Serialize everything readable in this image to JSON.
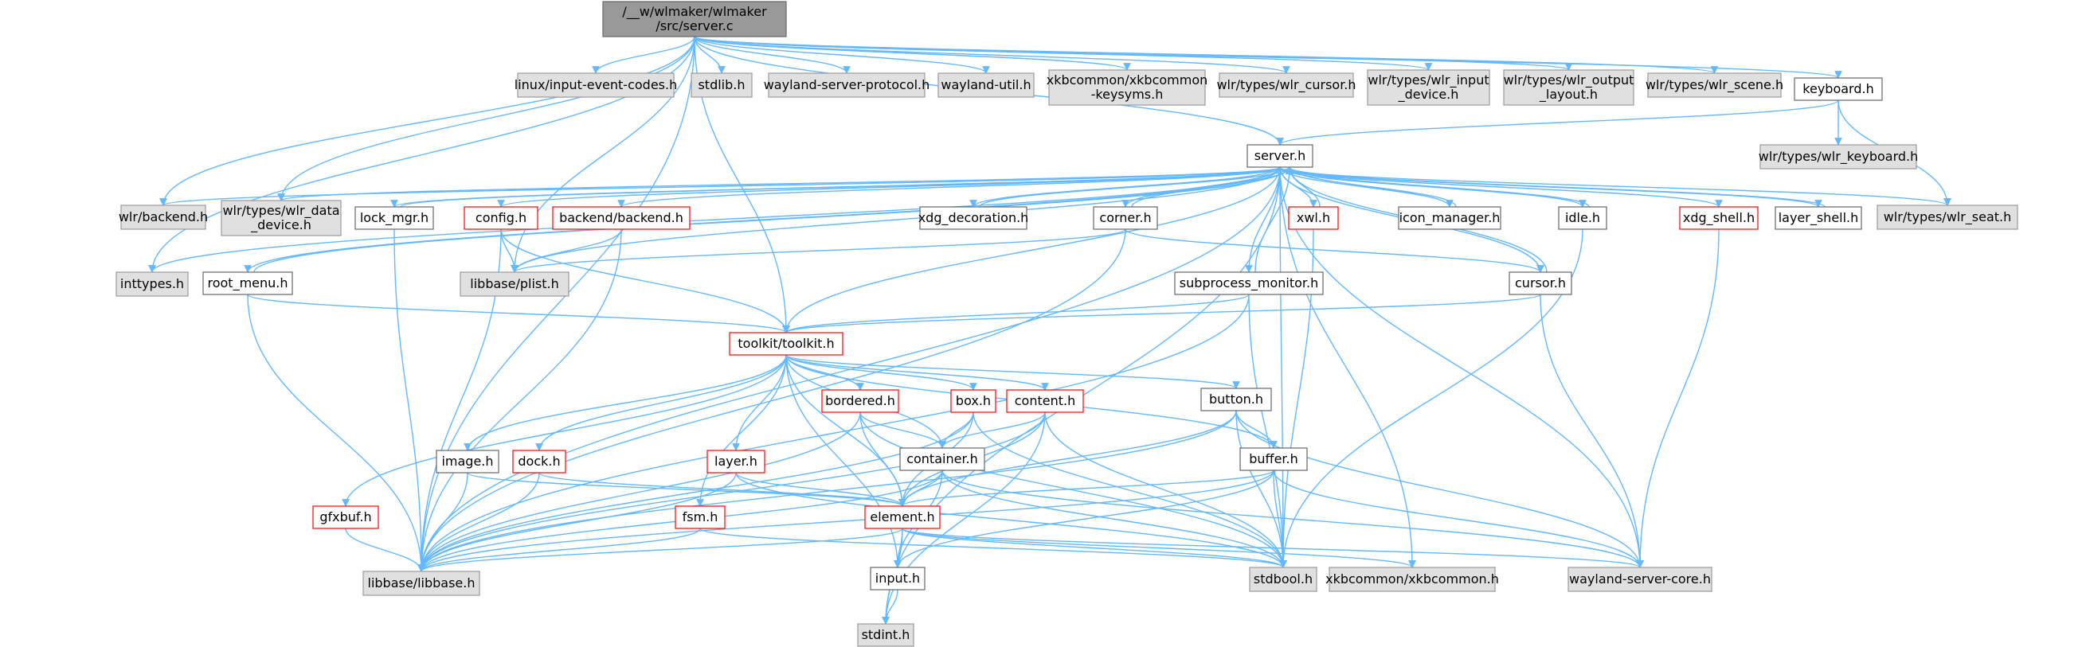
{
  "colors": {
    "edge": "#63b8ff",
    "root_fill": "#999999",
    "root_border": "#666666",
    "system_fill": "#e0e0e0",
    "system_border": "#999999",
    "project_fill": "#ffffff",
    "project_border": "#666666",
    "truncated_border": "#ff0000"
  },
  "nodes": [
    {
      "id": "root",
      "lines": [
        "/__w/wlmaker/wlmaker",
        "/src/server.c"
      ],
      "kind": "root"
    },
    {
      "id": "linux_input",
      "lines": [
        "linux/input-event-codes.h"
      ],
      "kind": "system"
    },
    {
      "id": "stdlib",
      "lines": [
        "stdlib.h"
      ],
      "kind": "system"
    },
    {
      "id": "wl_server_protocol",
      "lines": [
        "wayland-server-protocol.h"
      ],
      "kind": "system"
    },
    {
      "id": "wl_util",
      "lines": [
        "wayland-util.h"
      ],
      "kind": "system"
    },
    {
      "id": "xkb_keysyms",
      "lines": [
        "xkbcommon/xkbcommon",
        "-keysyms.h"
      ],
      "kind": "system"
    },
    {
      "id": "wlr_cursor",
      "lines": [
        "wlr/types/wlr_cursor.h"
      ],
      "kind": "system"
    },
    {
      "id": "wlr_input_device",
      "lines": [
        "wlr/types/wlr_input",
        "_device.h"
      ],
      "kind": "system"
    },
    {
      "id": "wlr_output_layout",
      "lines": [
        "wlr/types/wlr_output",
        "_layout.h"
      ],
      "kind": "system"
    },
    {
      "id": "wlr_scene",
      "lines": [
        "wlr/types/wlr_scene.h"
      ],
      "kind": "system"
    },
    {
      "id": "keyboard",
      "lines": [
        "keyboard.h"
      ],
      "kind": "project"
    },
    {
      "id": "server",
      "lines": [
        "server.h"
      ],
      "kind": "project"
    },
    {
      "id": "wlr_keyboard",
      "lines": [
        "wlr/types/wlr_keyboard.h"
      ],
      "kind": "system"
    },
    {
      "id": "wlr_backend",
      "lines": [
        "wlr/backend.h"
      ],
      "kind": "system"
    },
    {
      "id": "wlr_data_device",
      "lines": [
        "wlr/types/wlr_data",
        "_device.h"
      ],
      "kind": "system"
    },
    {
      "id": "lock_mgr",
      "lines": [
        "lock_mgr.h"
      ],
      "kind": "project"
    },
    {
      "id": "config",
      "lines": [
        "config.h"
      ],
      "kind": "truncated"
    },
    {
      "id": "backend",
      "lines": [
        "backend/backend.h"
      ],
      "kind": "truncated"
    },
    {
      "id": "xdg_decoration",
      "lines": [
        "xdg_decoration.h"
      ],
      "kind": "project"
    },
    {
      "id": "corner",
      "lines": [
        "corner.h"
      ],
      "kind": "project"
    },
    {
      "id": "xwl",
      "lines": [
        "xwl.h"
      ],
      "kind": "truncated"
    },
    {
      "id": "icon_manager",
      "lines": [
        "icon_manager.h"
      ],
      "kind": "project"
    },
    {
      "id": "idle",
      "lines": [
        "idle.h"
      ],
      "kind": "project"
    },
    {
      "id": "xdg_shell",
      "lines": [
        "xdg_shell.h"
      ],
      "kind": "truncated"
    },
    {
      "id": "layer_shell",
      "lines": [
        "layer_shell.h"
      ],
      "kind": "project"
    },
    {
      "id": "wlr_seat",
      "lines": [
        "wlr/types/wlr_seat.h"
      ],
      "kind": "system"
    },
    {
      "id": "inttypes",
      "lines": [
        "inttypes.h"
      ],
      "kind": "system"
    },
    {
      "id": "root_menu",
      "lines": [
        "root_menu.h"
      ],
      "kind": "project"
    },
    {
      "id": "plist",
      "lines": [
        "libbase/plist.h"
      ],
      "kind": "system"
    },
    {
      "id": "subprocess_monitor",
      "lines": [
        "subprocess_monitor.h"
      ],
      "kind": "project"
    },
    {
      "id": "cursor",
      "lines": [
        "cursor.h"
      ],
      "kind": "project"
    },
    {
      "id": "toolkit",
      "lines": [
        "toolkit/toolkit.h"
      ],
      "kind": "truncated"
    },
    {
      "id": "bordered",
      "lines": [
        "bordered.h"
      ],
      "kind": "truncated"
    },
    {
      "id": "box",
      "lines": [
        "box.h"
      ],
      "kind": "truncated"
    },
    {
      "id": "content",
      "lines": [
        "content.h"
      ],
      "kind": "truncated"
    },
    {
      "id": "button",
      "lines": [
        "button.h"
      ],
      "kind": "project"
    },
    {
      "id": "image",
      "lines": [
        "image.h"
      ],
      "kind": "project"
    },
    {
      "id": "dock",
      "lines": [
        "dock.h"
      ],
      "kind": "truncated"
    },
    {
      "id": "layer",
      "lines": [
        "layer.h"
      ],
      "kind": "truncated"
    },
    {
      "id": "container",
      "lines": [
        "container.h"
      ],
      "kind": "project"
    },
    {
      "id": "buffer",
      "lines": [
        "buffer.h"
      ],
      "kind": "project"
    },
    {
      "id": "gfxbuf",
      "lines": [
        "gfxbuf.h"
      ],
      "kind": "truncated"
    },
    {
      "id": "fsm",
      "lines": [
        "fsm.h"
      ],
      "kind": "truncated"
    },
    {
      "id": "element",
      "lines": [
        "element.h"
      ],
      "kind": "truncated"
    },
    {
      "id": "libbase",
      "lines": [
        "libbase/libbase.h"
      ],
      "kind": "system"
    },
    {
      "id": "input",
      "lines": [
        "input.h"
      ],
      "kind": "project"
    },
    {
      "id": "stdbool",
      "lines": [
        "stdbool.h"
      ],
      "kind": "system"
    },
    {
      "id": "xkbcommon",
      "lines": [
        "xkbcommon/xkbcommon.h"
      ],
      "kind": "system"
    },
    {
      "id": "wl_server_core",
      "lines": [
        "wayland-server-core.h"
      ],
      "kind": "system"
    },
    {
      "id": "stdint",
      "lines": [
        "stdint.h"
      ],
      "kind": "system"
    }
  ],
  "edges": [
    [
      "root",
      "linux_input"
    ],
    [
      "root",
      "stdlib"
    ],
    [
      "root",
      "wl_server_protocol"
    ],
    [
      "root",
      "wl_util"
    ],
    [
      "root",
      "xkb_keysyms"
    ],
    [
      "root",
      "wlr_cursor"
    ],
    [
      "root",
      "wlr_input_device"
    ],
    [
      "root",
      "wlr_output_layout"
    ],
    [
      "root",
      "wlr_scene"
    ],
    [
      "root",
      "keyboard"
    ],
    [
      "root",
      "server"
    ],
    [
      "root",
      "wlr_backend"
    ],
    [
      "root",
      "wlr_data_device"
    ],
    [
      "root",
      "inttypes"
    ],
    [
      "root",
      "plist"
    ],
    [
      "root",
      "toolkit"
    ],
    [
      "root",
      "libbase"
    ],
    [
      "keyboard",
      "server"
    ],
    [
      "keyboard",
      "wlr_keyboard"
    ],
    [
      "keyboard",
      "wlr_seat"
    ],
    [
      "server",
      "wlr_backend"
    ],
    [
      "server",
      "wlr_data_device"
    ],
    [
      "server",
      "lock_mgr"
    ],
    [
      "server",
      "config"
    ],
    [
      "server",
      "backend"
    ],
    [
      "server",
      "xdg_decoration"
    ],
    [
      "server",
      "corner"
    ],
    [
      "server",
      "xwl"
    ],
    [
      "server",
      "icon_manager"
    ],
    [
      "server",
      "idle"
    ],
    [
      "server",
      "xdg_shell"
    ],
    [
      "server",
      "layer_shell"
    ],
    [
      "server",
      "wlr_seat"
    ],
    [
      "server",
      "root_menu"
    ],
    [
      "server",
      "plist"
    ],
    [
      "server",
      "subprocess_monitor"
    ],
    [
      "server",
      "cursor"
    ],
    [
      "server",
      "toolkit"
    ],
    [
      "server",
      "inttypes"
    ],
    [
      "server",
      "libbase"
    ],
    [
      "server",
      "stdbool"
    ],
    [
      "server",
      "xkbcommon"
    ],
    [
      "server",
      "wl_server_core"
    ],
    [
      "server",
      "stdint"
    ],
    [
      "lock_mgr",
      "server"
    ],
    [
      "xdg_decoration",
      "server"
    ],
    [
      "corner",
      "server"
    ],
    [
      "xwl",
      "server"
    ],
    [
      "icon_manager",
      "server"
    ],
    [
      "idle",
      "server"
    ],
    [
      "layer_shell",
      "server"
    ],
    [
      "root_menu",
      "server"
    ],
    [
      "subprocess_monitor",
      "server"
    ],
    [
      "cursor",
      "server"
    ],
    [
      "lock_mgr",
      "libbase"
    ],
    [
      "config",
      "plist"
    ],
    [
      "config",
      "toolkit"
    ],
    [
      "config",
      "libbase"
    ],
    [
      "backend",
      "plist"
    ],
    [
      "backend",
      "libbase"
    ],
    [
      "corner",
      "plist"
    ],
    [
      "corner",
      "cursor"
    ],
    [
      "corner",
      "libbase"
    ],
    [
      "xwl",
      "stdbool"
    ],
    [
      "idle",
      "stdbool"
    ],
    [
      "xdg_shell",
      "wl_server_core"
    ],
    [
      "root_menu",
      "toolkit"
    ],
    [
      "root_menu",
      "libbase"
    ],
    [
      "subprocess_monitor",
      "toolkit"
    ],
    [
      "subprocess_monitor",
      "libbase"
    ],
    [
      "subprocess_monitor",
      "stdbool"
    ],
    [
      "cursor",
      "toolkit"
    ],
    [
      "cursor",
      "wl_server_core"
    ],
    [
      "toolkit",
      "bordered"
    ],
    [
      "toolkit",
      "box"
    ],
    [
      "toolkit",
      "content"
    ],
    [
      "toolkit",
      "button"
    ],
    [
      "toolkit",
      "image"
    ],
    [
      "toolkit",
      "dock"
    ],
    [
      "toolkit",
      "layer"
    ],
    [
      "toolkit",
      "container"
    ],
    [
      "toolkit",
      "buffer"
    ],
    [
      "toolkit",
      "gfxbuf"
    ],
    [
      "toolkit",
      "fsm"
    ],
    [
      "toolkit",
      "element"
    ],
    [
      "toolkit",
      "input"
    ],
    [
      "bordered",
      "container"
    ],
    [
      "bordered",
      "element"
    ],
    [
      "bordered",
      "libbase"
    ],
    [
      "bordered",
      "stdbool"
    ],
    [
      "box",
      "container"
    ],
    [
      "box",
      "element"
    ],
    [
      "box",
      "libbase"
    ],
    [
      "box",
      "stdbool"
    ],
    [
      "content",
      "container"
    ],
    [
      "content",
      "element"
    ],
    [
      "content",
      "stdbool"
    ],
    [
      "content",
      "stdint"
    ],
    [
      "content",
      "libbase"
    ],
    [
      "button",
      "buffer"
    ],
    [
      "button",
      "element"
    ],
    [
      "button",
      "stdbool"
    ],
    [
      "button",
      "wl_server_core"
    ],
    [
      "button",
      "libbase"
    ],
    [
      "image",
      "element"
    ],
    [
      "image",
      "libbase"
    ],
    [
      "dock",
      "element"
    ],
    [
      "dock",
      "libbase"
    ],
    [
      "layer",
      "element"
    ],
    [
      "layer",
      "libbase"
    ],
    [
      "layer",
      "stdbool"
    ],
    [
      "container",
      "element"
    ],
    [
      "container",
      "libbase"
    ],
    [
      "container",
      "input"
    ],
    [
      "container",
      "stdbool"
    ],
    [
      "container",
      "wl_server_core"
    ],
    [
      "buffer",
      "element"
    ],
    [
      "buffer",
      "libbase"
    ],
    [
      "buffer",
      "input"
    ],
    [
      "buffer",
      "stdbool"
    ],
    [
      "buffer",
      "wl_server_core"
    ],
    [
      "gfxbuf",
      "libbase"
    ],
    [
      "fsm",
      "libbase"
    ],
    [
      "fsm",
      "stdbool"
    ],
    [
      "element",
      "libbase"
    ],
    [
      "element",
      "input"
    ],
    [
      "element",
      "stdbool"
    ],
    [
      "element",
      "xkbcommon"
    ],
    [
      "element",
      "wl_server_core"
    ],
    [
      "element",
      "stdint"
    ],
    [
      "input",
      "stdint"
    ]
  ]
}
